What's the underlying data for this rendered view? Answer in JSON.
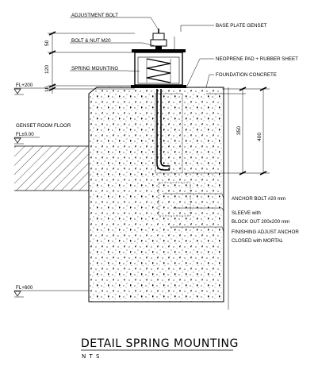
{
  "labels": {
    "adjustment_bolt": "ADJUSTMENT BOLT",
    "bolt_nut": "BOLT & NUT M20",
    "spring_mounting": "SPRING MOUNTING",
    "base_plate": "BASE PLATE GENSET",
    "neoprene": "NEOPRENE PAD + RUBBER SHEET",
    "foundation": "FOUNDATION CONCRETE",
    "genset_floor": "GENSET ROOM FLOOR",
    "anchor_bolt": "ANCHOR BOLT #20 mm",
    "sleeve": "SLEEVE with",
    "block_out": "BLOCK OUT 200x200 mm",
    "finishing": "FINISHING ADJUST ANCHOR",
    "closed": "CLOSED with MORTAL"
  },
  "levels": {
    "fl_top": "FL+200",
    "fl_floor": "FL±0.00",
    "fl_bottom": "FL+600"
  },
  "dimensions": {
    "d50": "50",
    "d120": "120",
    "d10": "10",
    "d350": "350",
    "d400": "400"
  },
  "title": {
    "main": "DETAIL SPRING MOUNTING",
    "scale": "N T S"
  }
}
